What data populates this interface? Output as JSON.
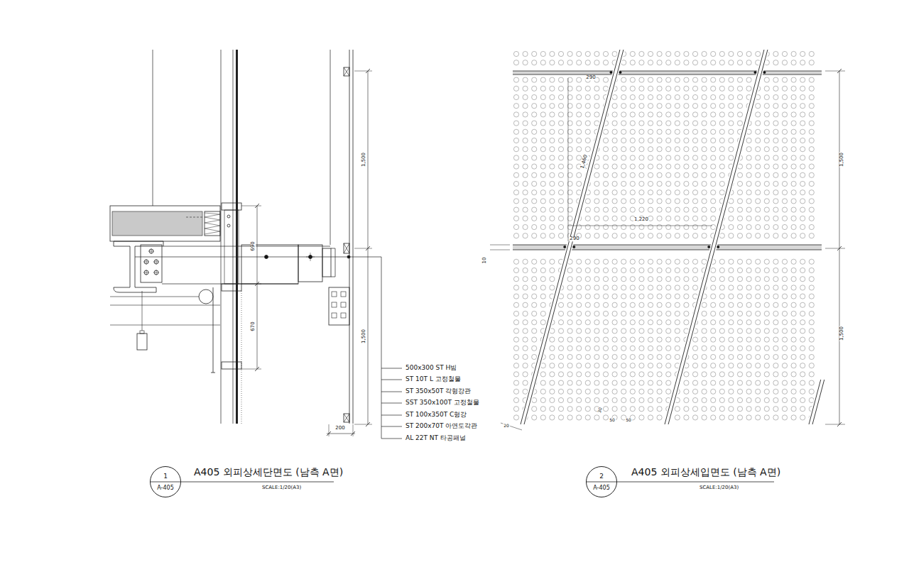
{
  "diagram": {
    "nodes": [
      {
        "text": [
          "1",
          "A-405"
        ]
      },
      {
        "text": [
          "2",
          "A-405"
        ]
      }
    ],
    "labels": [
      "1,500",
      "690",
      "670",
      "1,500",
      "200",
      "500x300 ST H빔",
      "ST 10T L 고정철물",
      "ST 350x50T 각형강관",
      "SST 350x100T 고정철물",
      "ST 100x350T C형강",
      "ST 200x70T 아연도각관",
      "AL 22T NT 타공패널",
      "A405 외피상세단면도 (남측 A면)",
      "SCALE:1/20(A3)",
      "1,500",
      "1,500",
      "1,460",
      "1,220",
      "290",
      "290",
      "10",
      "20",
      "30",
      "50",
      "50",
      "A405 외피상세입면도 (남측 A면)",
      "SCALE:1/20(A3)"
    ]
  }
}
